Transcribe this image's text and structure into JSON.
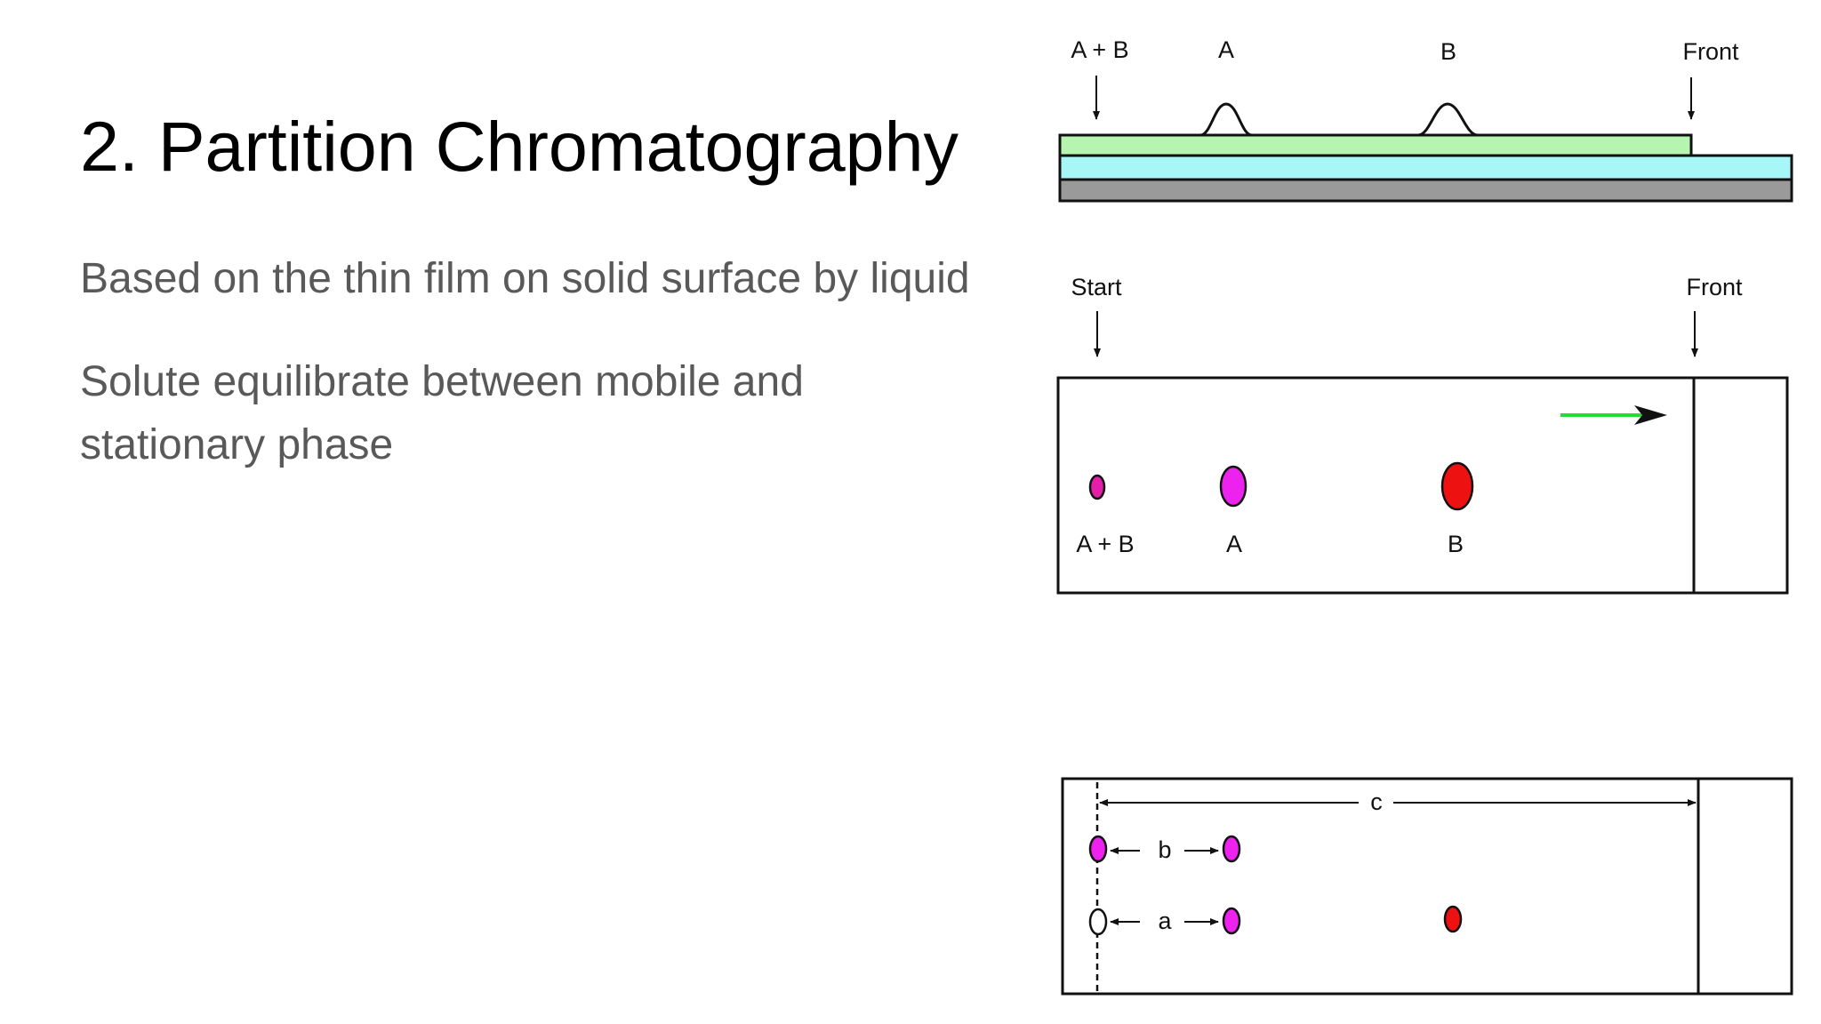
{
  "slide": {
    "title": "2. Partition Chromatography",
    "paragraphs": [
      "Based on the thin film on solid surface by liquid",
      "Solute equilibrate between mobile and stationary phase"
    ]
  },
  "diagram": {
    "side_view": {
      "labels": {
        "mixture": "A + B",
        "a": "A",
        "b": "B",
        "front": "Front"
      },
      "colors": {
        "stationary_layer": "#b6f5b0",
        "support_layer": "#a8f7f7",
        "base_layer": "#9a9a9a"
      }
    },
    "plate_view": {
      "labels": {
        "start": "Start",
        "front": "Front",
        "mixture": "A + B",
        "a": "A",
        "b": "B"
      },
      "colors": {
        "spot_a": "#ee22ee",
        "spot_mixture": "#e21fa6",
        "spot_b": "#ee1111",
        "flow_arrow": "#22dd33"
      }
    },
    "measurement_view": {
      "labels": {
        "c": "c",
        "b": "b",
        "a": "a"
      },
      "colors": {
        "spot_a": "#ee22ee",
        "spot_b": "#ee1111"
      }
    }
  }
}
